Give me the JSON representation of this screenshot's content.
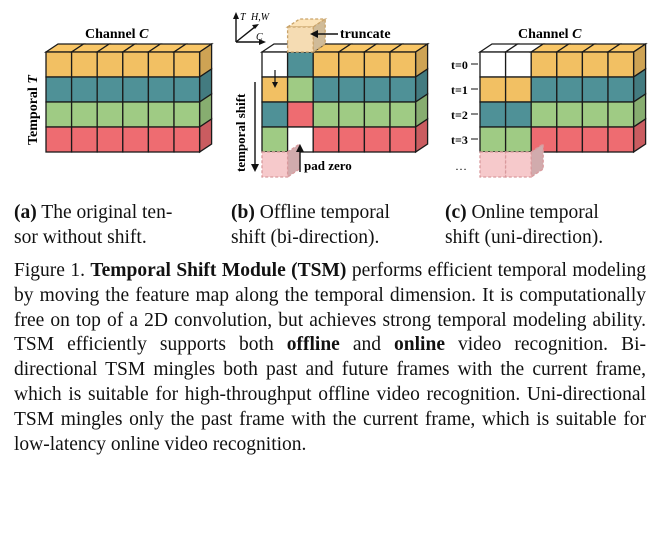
{
  "colors": {
    "yellow": "#f2c063",
    "teal": "#4f9197",
    "green": "#9fcb84",
    "red": "#ee6c71",
    "pink_pad": "#f6c9cb",
    "truncate": "#f5dcb3",
    "outline": "#1a1a1a"
  },
  "panel_a": {
    "channel_label": "Channel",
    "channel_symbol": "C",
    "temporal_label": "Temporal",
    "temporal_symbol": "T"
  },
  "panel_b": {
    "axis_t": "T",
    "axis_hw": "H,W",
    "axis_c": "C",
    "truncate_label": "truncate",
    "shift_label": "temporal shift",
    "pad_label": "pad zero"
  },
  "panel_c": {
    "channel_label": "Channel",
    "channel_symbol": "C",
    "time_labels": [
      "t=0",
      "t=1",
      "t=2",
      "t=3"
    ],
    "ellipsis": "…",
    "dots": "· · ·"
  },
  "subcaptions": {
    "a_tag": "(a)",
    "a_line1": "The original ten-",
    "a_line2": "sor without shift.",
    "b_tag": "(b)",
    "b_line1": "Offline temporal",
    "b_line2": "shift (bi-direction).",
    "c_tag": "(c)",
    "c_line1": "Online temporal",
    "c_line2": "shift (uni-direction)."
  },
  "figure_caption": {
    "prefix": "Figure 1.",
    "title": "Temporal Shift Module (TSM)",
    "part1": "performs efficient temporal modeling by moving the feature map along the temporal dimension. It is computationally free on top of a 2D convolution, but achieves strong temporal modeling ability. TSM efficiently supports both",
    "bold_offline": "offline",
    "and_word": "and",
    "bold_online": "online",
    "part2": "video recognition. Bi-directional TSM mingles both past and future frames with the current frame, which is suitable for high-throughput offline video recognition. Uni-directional TSM mingles only the past frame with the current frame, which is suitable for low-latency online video recognition."
  }
}
